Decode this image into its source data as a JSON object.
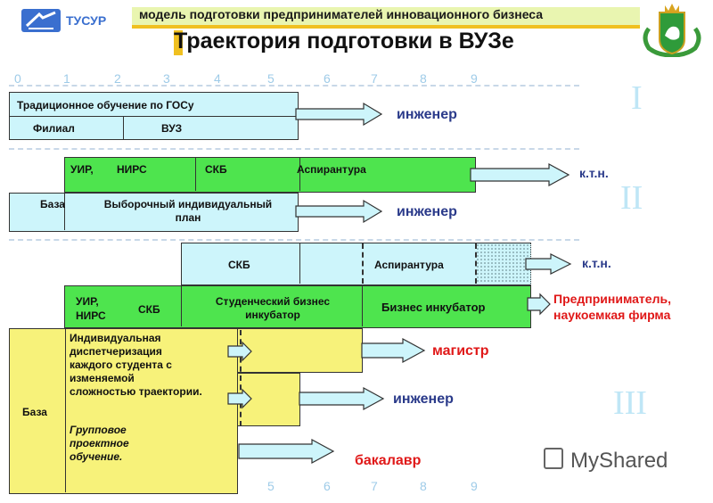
{
  "logo": {
    "text": "ТУСУР"
  },
  "header": {
    "subtitle": "модель подготовки предпринимателей инновационного бизнеса",
    "title": "Траектория подготовки в ВУЗе"
  },
  "ruler_top": [
    "0",
    "1",
    "2",
    "3",
    "4",
    "5",
    "6",
    "7",
    "8",
    "9"
  ],
  "ruler_bottom": [
    "5",
    "6",
    "7",
    "8",
    "9"
  ],
  "roman": {
    "one": "I",
    "two": "II",
    "three": "III"
  },
  "section1": {
    "traditional": "Традиционное обучение по ГОСу",
    "branch": "Филиал",
    "university": "ВУЗ",
    "result": "инженер"
  },
  "section2": {
    "uir": "УИР,",
    "nirs": "НИРС",
    "skb": "СКБ",
    "postgrad": "Аспирантура",
    "result_phd": "к.т.н.",
    "base": "База",
    "plan": "Выборочный индивидуальный план",
    "result_eng": "инженер"
  },
  "section3": {
    "skb_top": "СКБ",
    "postgrad": "Аспирантура",
    "result_phd": "к.т.н.",
    "uir": "УИР,",
    "nirs": "НИРС",
    "skb": "СКБ",
    "student_incubator": "Студенческий бизнес инкубатор",
    "business_incubator": "Бизнес инкубатор",
    "result_entrepreneur": "Предприниматель, наукоемкая фирма",
    "base": "База",
    "dispatch": "Индивидуальная диспетчеризация каждого студента с изменяемой сложностью траектории.",
    "group": "Групповое проектное обучение.",
    "result_master": "магистр",
    "result_eng": "инженер",
    "result_bachelor": "бакалавр"
  },
  "watermark": "MyShared",
  "colors": {
    "cyan": "#cdf5fb",
    "green": "#4ee44e",
    "yellow": "#f7f27a",
    "arrow_fill": "#cdf5fb",
    "result_blue": "#2a3a8a",
    "result_red": "#e01818"
  }
}
